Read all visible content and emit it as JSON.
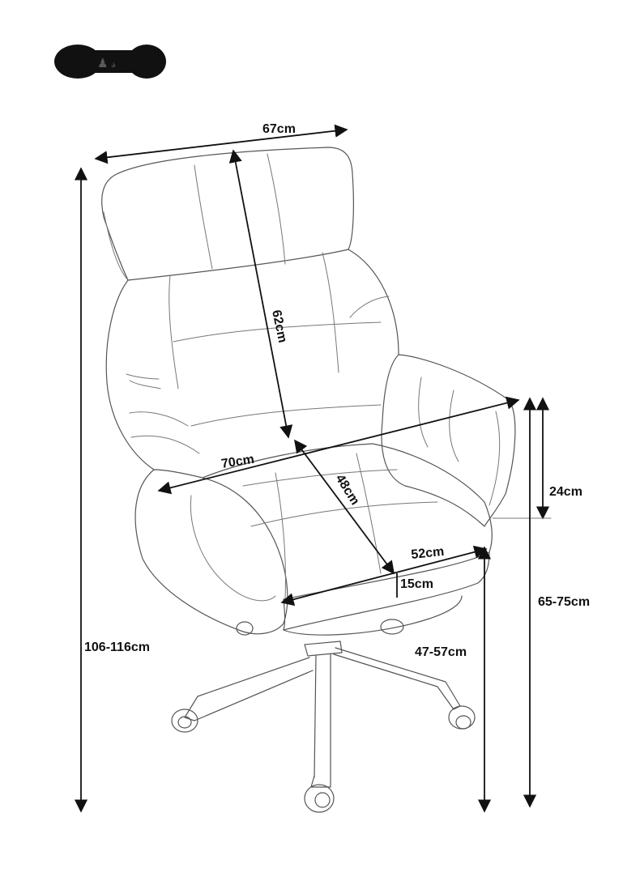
{
  "colors": {
    "ink": "#111111",
    "outline": "#555555",
    "background": "#ffffff"
  },
  "logo": {
    "icon": "brand-logo"
  },
  "dimensions": {
    "headrest_width": "67cm",
    "backrest_height": "62cm",
    "seat_width": "70cm",
    "seat_depth": "48cm",
    "seat_front_width": "52cm",
    "seat_cushion_thickness": "15cm",
    "armrest_height": "24cm",
    "armrest_floor_height": "65-75cm",
    "seat_floor_height": "47-57cm",
    "total_height": "106-116cm"
  }
}
